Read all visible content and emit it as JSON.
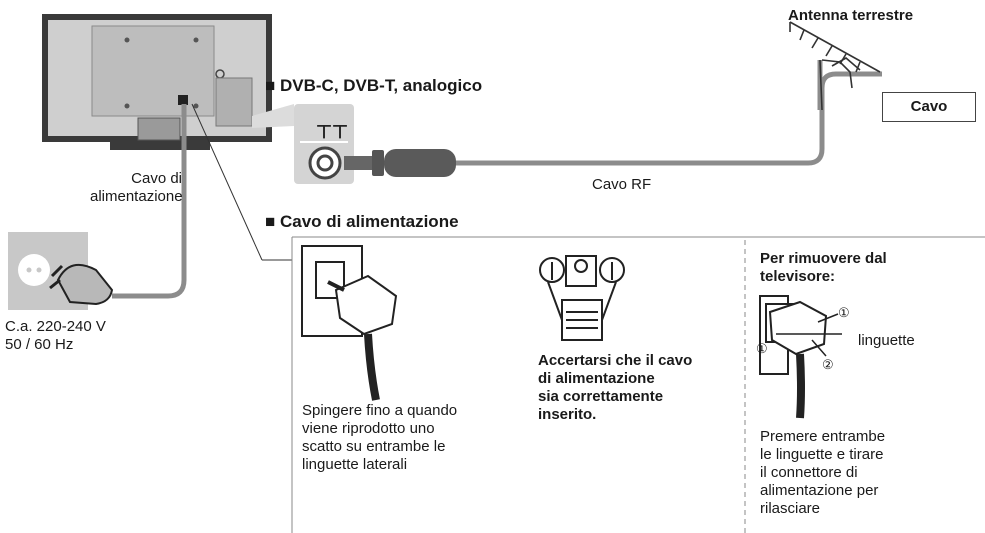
{
  "section_titles": {
    "dvb": "■ DVB-C, DVB-T, analogico",
    "power": "■ Cavo di alimentazione"
  },
  "labels": {
    "antenna": "Antenna terrestre",
    "cable": "Cavo",
    "rf_cable": "Cavo RF",
    "power_cord_line1": "Cavo di",
    "power_cord_line2": "alimentazione",
    "mains_line1": "C.a. 220-240 V",
    "mains_line2": "50 / 60 Hz",
    "rf_port_symbol": "ㄒㄒ"
  },
  "panels": {
    "insert": {
      "lines": [
        "Spingere fino a quando",
        "viene riprodotto uno",
        "scatto su entrambe le",
        "linguette laterali"
      ]
    },
    "check": {
      "lines": [
        "Accertarsi che il cavo",
        "di alimentazione",
        "sia correttamente",
        "inserito."
      ]
    },
    "remove": {
      "title_lines": [
        "Per rimuovere dal",
        "televisore:"
      ],
      "tab_label": "linguette",
      "marker_1": "①",
      "marker_2": "②",
      "lines": [
        "Premere entrambe",
        "le linguette e tirare",
        "il connettore di",
        "alimentazione per",
        "rilasciare"
      ]
    }
  },
  "colors": {
    "cable": "#8c8c8c",
    "tv_back": "#c9c9c9",
    "tv_frame": "#3a3a3a",
    "socket": "#bfbfbf",
    "port_panel": "#d4d4d4",
    "rule": "#888888"
  }
}
